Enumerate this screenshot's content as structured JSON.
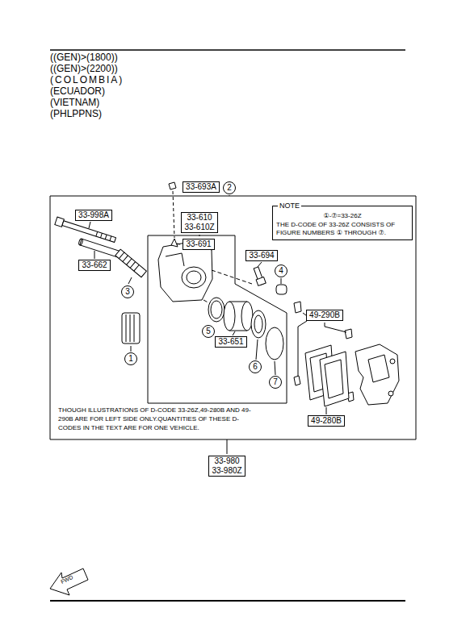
{
  "diagram": {
    "nodes": [
      {
        "text": [
          "33-693A"
        ]
      },
      {
        "text": [
          "2"
        ]
      },
      {
        "text": [
          "33-610",
          "33-610Z"
        ]
      },
      {
        "text": [
          "NOTE",
          "①-⑦=33-26Z",
          "THE D-CODE OF 33-26Z CONSISTS OF FIGURE NUMBERS ① THROUGH ⑦."
        ]
      },
      {
        "text": [
          "33-998A"
        ]
      },
      {
        "text": [
          "33-691"
        ]
      },
      {
        "text": [
          "33-694"
        ]
      },
      {
        "text": [
          "33-662"
        ]
      },
      {
        "text": [
          "4"
        ]
      },
      {
        "text": [
          "3"
        ]
      },
      {
        "text": [
          "5"
        ]
      },
      {
        "text": [
          "49-290B"
        ]
      },
      {
        "text": [
          "1"
        ]
      },
      {
        "text": [
          "33-651"
        ]
      },
      {
        "text": [
          "6"
        ]
      },
      {
        "text": [
          "7"
        ]
      },
      {
        "text": [
          "49-280B"
        ]
      },
      {
        "text": [
          "33-980",
          "33-980Z"
        ]
      }
    ],
    "labels": [
      "((GEN)>(1800))",
      "((GEN)>(2200))",
      "(COLOMBIA)",
      "(ECUADOR)",
      "(VIETNAM)",
      "(PHLPPNS)",
      "THOUGH ILLUSTRATIONS OF D-CODE 33-26Z,49-280B AND 49-290B ARE FOR LEFT SIDE ONLY.QUANTITIES OF THESE D-CODES IN THE TEXT ARE FOR ONE VEHICLE.",
      "FWD"
    ]
  }
}
